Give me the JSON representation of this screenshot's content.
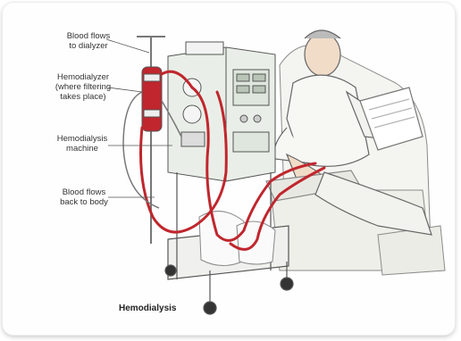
{
  "labels": {
    "blood_flows_to_dialyzer": "Blood flows\nto dialyzer",
    "hemodialyzer": "Hemodialyzer\n(where filtering\ntakes place)",
    "hemodialysis_machine": "Hemodialysis\nmachine",
    "blood_flows_back": "Blood flows\nback to body"
  },
  "caption": "Hemodialysis",
  "colors": {
    "blood_tube": "#c0262d",
    "outline": "#555555",
    "machine": "#e9efe8",
    "background": "#ffffff"
  }
}
